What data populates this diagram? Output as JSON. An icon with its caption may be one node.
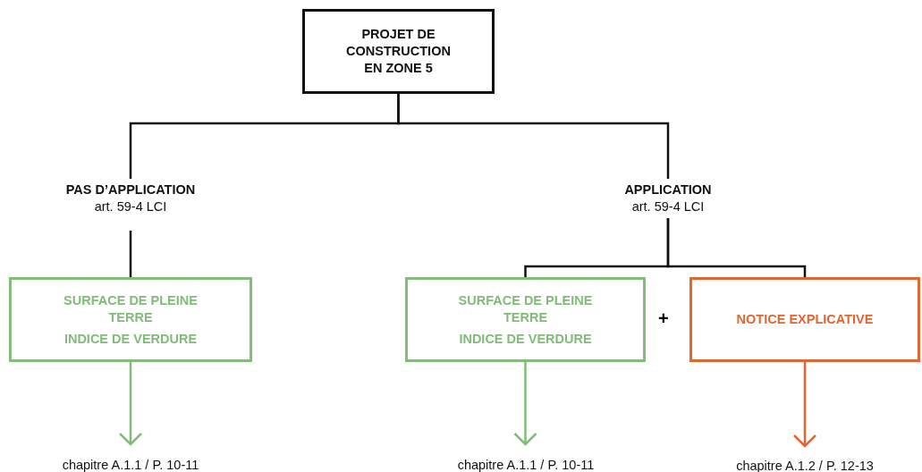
{
  "diagram": {
    "nodes": [
      {
        "text": [
          "PROJET DE CONSTRUCTION EN ZONE 5"
        ]
      },
      {
        "text": [
          "PAS D’APPLICATION",
          "art. 59-4 LCI"
        ]
      },
      {
        "text": [
          "APPLICATION",
          "art. 59-4 LCI"
        ]
      },
      {
        "text": [
          "SURFACE DE PLEINE TERRE",
          "INDICE DE VERDURE"
        ]
      },
      {
        "text": [
          "SURFACE DE PLEINE TERRE",
          "INDICE DE VERDURE"
        ]
      },
      {
        "text": [
          "NOTICE EXPLICATIVE"
        ]
      },
      {
        "text": [
          "chapitre A.1.1 / P. 10-11"
        ]
      },
      {
        "text": [
          "chapitre A.1.1 / P. 10-11"
        ]
      },
      {
        "text": [
          "chapitre A.1.2 / P. 12-13"
        ]
      }
    ],
    "edges": [
      {
        "from": 0,
        "to": 1,
        "arrow": "none"
      },
      {
        "from": 0,
        "to": 2,
        "arrow": "none"
      },
      {
        "from": 1,
        "to": 3,
        "arrow": "none"
      },
      {
        "from": 2,
        "to": 4,
        "arrow": "none"
      },
      {
        "from": 2,
        "to": 5,
        "arrow": "none"
      },
      {
        "from": 3,
        "to": 6,
        "arrow": "to",
        "color": "#82bb7a"
      },
      {
        "from": 4,
        "to": 7,
        "arrow": "to",
        "color": "#82bb7a"
      },
      {
        "from": 5,
        "to": 8,
        "arrow": "to",
        "color": "#e3652f"
      }
    ],
    "labels": [
      "+"
    ]
  }
}
